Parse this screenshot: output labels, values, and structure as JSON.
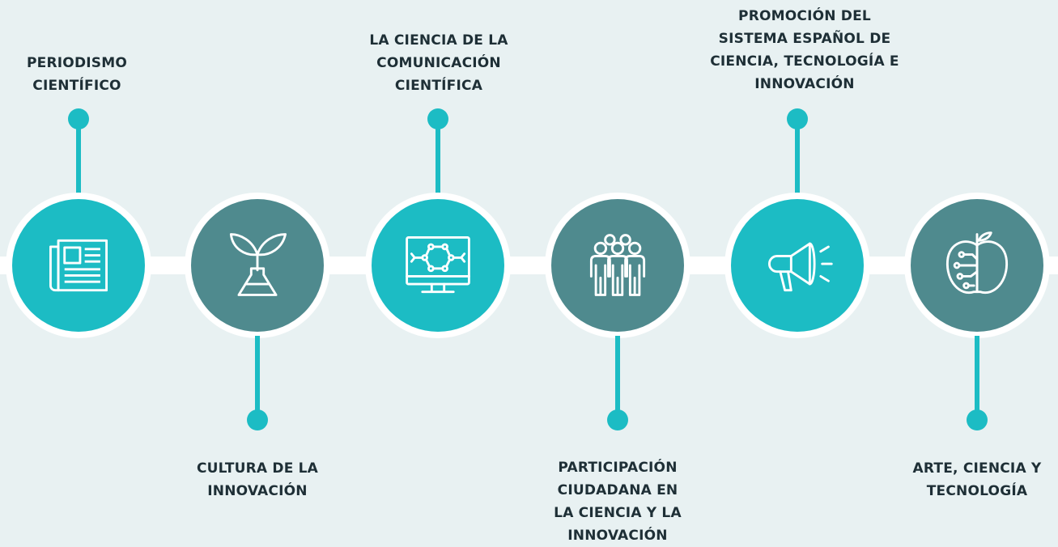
{
  "stages": [
    {
      "label": "PERIODISMO\nCIENTÍFICO",
      "icon": "newspaper-icon",
      "color": "#1cbcc4",
      "label_position": "top"
    },
    {
      "label": "CULTURA DE LA\nINNOVACIÓN",
      "icon": "plant-flask-icon",
      "color": "#4f8a8e",
      "label_position": "bottom"
    },
    {
      "label": "LA CIENCIA DE LA\nCOMUNICACIÓN\nCIENTÍFICA",
      "icon": "monitor-network-icon",
      "color": "#1cbcc4",
      "label_position": "top"
    },
    {
      "label": "PARTICIPACIÓN\nCIUDADANA EN\nLA CIENCIA Y LA\nINNOVACIÓN",
      "icon": "people-group-icon",
      "color": "#4f8a8e",
      "label_position": "bottom"
    },
    {
      "label": "PROMOCIÓN DEL\nSISTEMA ESPAÑOL DE\nCIENCIA, TECNOLOGÍA E\nINNOVACIÓN",
      "icon": "megaphone-icon",
      "color": "#1cbcc4",
      "label_position": "top"
    },
    {
      "label": "ARTE, CIENCIA Y\nTECNOLOGÍA",
      "icon": "brain-apple-icon",
      "color": "#4f8a8e",
      "label_position": "bottom"
    }
  ],
  "colors": {
    "background": "#e8f1f2",
    "connector": "#ffffff",
    "accent": "#1cbcc4",
    "secondary": "#4f8a8e",
    "text": "#1e2f36"
  }
}
